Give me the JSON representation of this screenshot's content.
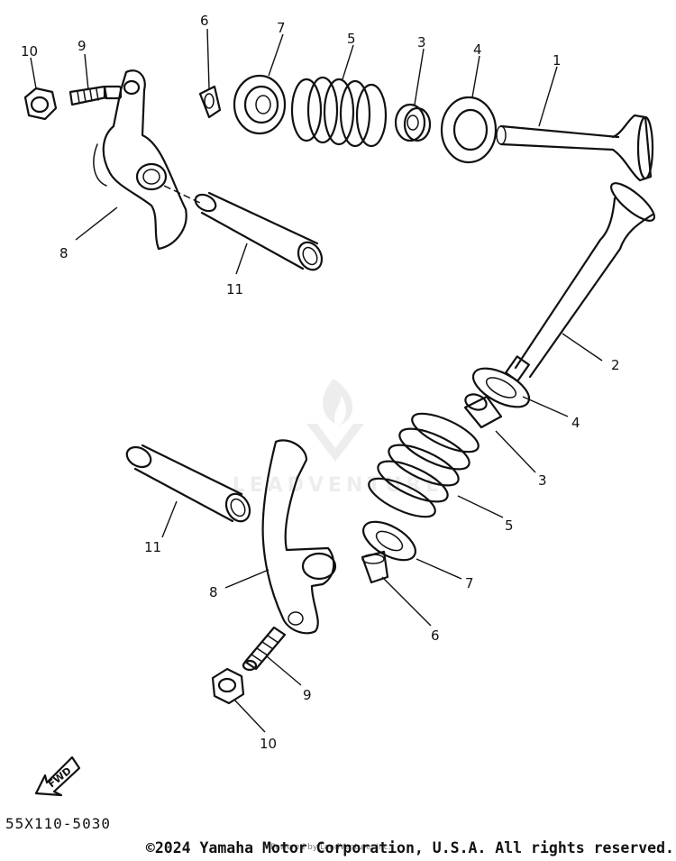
{
  "callouts": {
    "upper": [
      "10",
      "9",
      "6",
      "7",
      "5",
      "3",
      "4",
      "1",
      "8",
      "11"
    ],
    "lower": [
      "2",
      "4",
      "3",
      "5",
      "11",
      "8",
      "7",
      "6",
      "9",
      "10"
    ]
  },
  "fwd_label": "FWD",
  "watermark": "LEADVENTURE",
  "diagram_id": "55X110-5030",
  "copyright": "©2024 Yamaha Motor Corporation, U.S.A. All rights reserved.",
  "powered_by": "Powered by LeadVenture, Inc.",
  "colors": {
    "ink": "#111111",
    "watermark": "#e0e0e0"
  }
}
